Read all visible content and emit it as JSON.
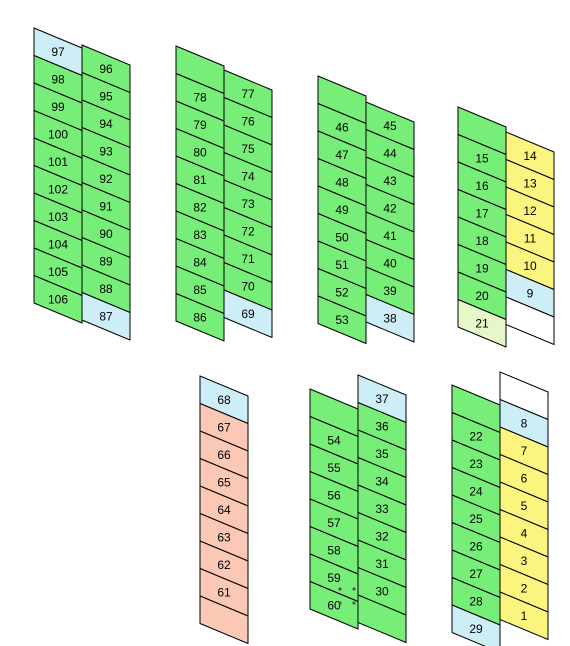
{
  "colors": {
    "green": "#77ee77",
    "blue": "#cdeef7",
    "yellow": "#fbf57f",
    "salmon": "#fbc8b5",
    "pale_green": "#e6f7c9",
    "white": "#ffffff"
  },
  "blocks": [
    {
      "id": "block-87-106",
      "columns": [
        {
          "side": "left",
          "cells": [
            {
              "label": "97",
              "color": "blue"
            },
            {
              "label": "98",
              "color": "green"
            },
            {
              "label": "99",
              "color": "green"
            },
            {
              "label": "100",
              "color": "green"
            },
            {
              "label": "101",
              "color": "green"
            },
            {
              "label": "102",
              "color": "green"
            },
            {
              "label": "103",
              "color": "green"
            },
            {
              "label": "104",
              "color": "green"
            },
            {
              "label": "105",
              "color": "green"
            },
            {
              "label": "106",
              "color": "green"
            }
          ]
        },
        {
          "side": "right",
          "cells": [
            {
              "label": "96",
              "color": "green"
            },
            {
              "label": "95",
              "color": "green"
            },
            {
              "label": "94",
              "color": "green"
            },
            {
              "label": "93",
              "color": "green"
            },
            {
              "label": "92",
              "color": "green"
            },
            {
              "label": "91",
              "color": "green"
            },
            {
              "label": "90",
              "color": "green"
            },
            {
              "label": "89",
              "color": "green"
            },
            {
              "label": "88",
              "color": "green"
            },
            {
              "label": "87",
              "color": "blue"
            }
          ]
        }
      ]
    },
    {
      "id": "block-69-86",
      "columns": [
        {
          "side": "left",
          "cells": [
            {
              "label": "",
              "color": "green"
            },
            {
              "label": "78",
              "color": "green"
            },
            {
              "label": "79",
              "color": "green"
            },
            {
              "label": "80",
              "color": "green"
            },
            {
              "label": "81",
              "color": "green"
            },
            {
              "label": "82",
              "color": "green"
            },
            {
              "label": "83",
              "color": "green"
            },
            {
              "label": "84",
              "color": "green"
            },
            {
              "label": "85",
              "color": "green"
            },
            {
              "label": "86",
              "color": "green"
            }
          ]
        },
        {
          "side": "right",
          "cells": [
            {
              "label": "77",
              "color": "green"
            },
            {
              "label": "76",
              "color": "green"
            },
            {
              "label": "75",
              "color": "green"
            },
            {
              "label": "74",
              "color": "green"
            },
            {
              "label": "73",
              "color": "green"
            },
            {
              "label": "72",
              "color": "green"
            },
            {
              "label": "71",
              "color": "green"
            },
            {
              "label": "70",
              "color": "green"
            },
            {
              "label": "69",
              "color": "blue"
            }
          ]
        }
      ]
    },
    {
      "id": "block-38-53",
      "columns": [
        {
          "side": "left",
          "cells": [
            {
              "label": "",
              "color": "green"
            },
            {
              "label": "46",
              "color": "green"
            },
            {
              "label": "47",
              "color": "green"
            },
            {
              "label": "48",
              "color": "green"
            },
            {
              "label": "49",
              "color": "green"
            },
            {
              "label": "50",
              "color": "green"
            },
            {
              "label": "51",
              "color": "green"
            },
            {
              "label": "52",
              "color": "green"
            },
            {
              "label": "53",
              "color": "green"
            }
          ]
        },
        {
          "side": "right",
          "cells": [
            {
              "label": "45",
              "color": "green"
            },
            {
              "label": "44",
              "color": "green"
            },
            {
              "label": "43",
              "color": "green"
            },
            {
              "label": "42",
              "color": "green"
            },
            {
              "label": "41",
              "color": "green"
            },
            {
              "label": "40",
              "color": "green"
            },
            {
              "label": "39",
              "color": "green"
            },
            {
              "label": "38",
              "color": "blue"
            }
          ]
        }
      ]
    },
    {
      "id": "block-9-21",
      "columns": [
        {
          "side": "left",
          "cells": [
            {
              "label": "",
              "color": "green"
            },
            {
              "label": "15",
              "color": "green"
            },
            {
              "label": "16",
              "color": "green"
            },
            {
              "label": "17",
              "color": "green"
            },
            {
              "label": "18",
              "color": "green"
            },
            {
              "label": "19",
              "color": "green"
            },
            {
              "label": "20",
              "color": "green"
            },
            {
              "label": "21",
              "color": "pale_green"
            }
          ]
        },
        {
          "side": "right",
          "cells": [
            {
              "label": "14",
              "color": "yellow"
            },
            {
              "label": "13",
              "color": "yellow"
            },
            {
              "label": "12",
              "color": "yellow"
            },
            {
              "label": "11",
              "color": "yellow"
            },
            {
              "label": "10",
              "color": "yellow"
            },
            {
              "label": "9",
              "color": "blue"
            },
            {
              "label": "",
              "color": "white"
            }
          ]
        }
      ]
    },
    {
      "id": "block-61-68",
      "columns": [
        {
          "side": "single",
          "cells": [
            {
              "label": "68",
              "color": "blue"
            },
            {
              "label": "67",
              "color": "salmon"
            },
            {
              "label": "66",
              "color": "salmon"
            },
            {
              "label": "65",
              "color": "salmon"
            },
            {
              "label": "64",
              "color": "salmon"
            },
            {
              "label": "63",
              "color": "salmon"
            },
            {
              "label": "62",
              "color": "salmon"
            },
            {
              "label": "61",
              "color": "salmon"
            },
            {
              "label": "",
              "color": "salmon"
            }
          ]
        }
      ]
    },
    {
      "id": "block-30-60",
      "columns": [
        {
          "side": "left",
          "cells": [
            {
              "label": "",
              "color": "green"
            },
            {
              "label": "54",
              "color": "green"
            },
            {
              "label": "55",
              "color": "green"
            },
            {
              "label": "56",
              "color": "green"
            },
            {
              "label": "57",
              "color": "green"
            },
            {
              "label": "58",
              "color": "green"
            },
            {
              "label": "59",
              "color": "green"
            },
            {
              "label": "60",
              "color": "green"
            }
          ]
        },
        {
          "side": "right",
          "cells": [
            {
              "label": "37",
              "color": "blue"
            },
            {
              "label": "36",
              "color": "green"
            },
            {
              "label": "35",
              "color": "green"
            },
            {
              "label": "34",
              "color": "green"
            },
            {
              "label": "33",
              "color": "green"
            },
            {
              "label": "32",
              "color": "green"
            },
            {
              "label": "31",
              "color": "green"
            },
            {
              "label": "30",
              "color": "green"
            },
            {
              "label": "",
              "color": "green"
            }
          ]
        }
      ]
    },
    {
      "id": "block-1-29",
      "columns": [
        {
          "side": "left",
          "cells": [
            {
              "label": "",
              "color": "green"
            },
            {
              "label": "22",
              "color": "green"
            },
            {
              "label": "23",
              "color": "green"
            },
            {
              "label": "24",
              "color": "green"
            },
            {
              "label": "25",
              "color": "green"
            },
            {
              "label": "26",
              "color": "green"
            },
            {
              "label": "27",
              "color": "green"
            },
            {
              "label": "28",
              "color": "green"
            },
            {
              "label": "29",
              "color": "blue"
            }
          ]
        },
        {
          "side": "right",
          "cells": [
            {
              "label": "",
              "color": "white"
            },
            {
              "label": "8",
              "color": "blue"
            },
            {
              "label": "7",
              "color": "yellow"
            },
            {
              "label": "6",
              "color": "yellow"
            },
            {
              "label": "5",
              "color": "yellow"
            },
            {
              "label": "4",
              "color": "yellow"
            },
            {
              "label": "3",
              "color": "yellow"
            },
            {
              "label": "2",
              "color": "yellow"
            },
            {
              "label": "1",
              "color": "yellow"
            }
          ]
        }
      ]
    }
  ]
}
